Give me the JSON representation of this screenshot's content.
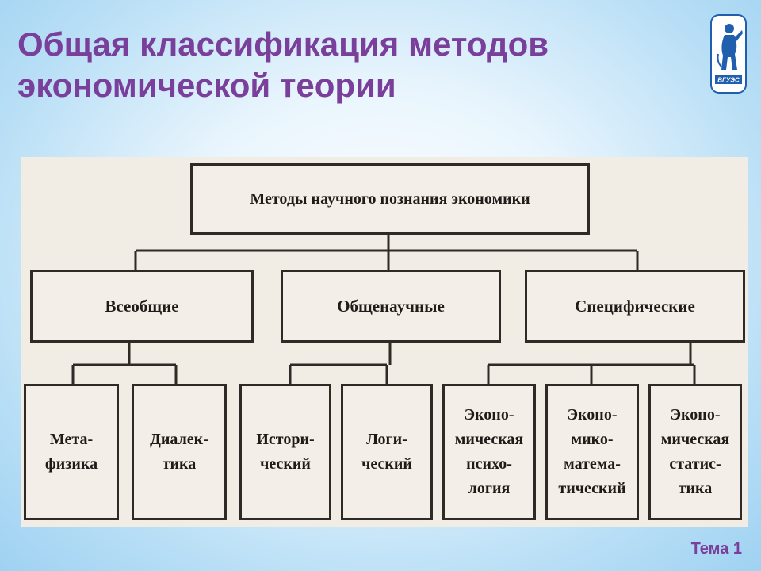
{
  "title": {
    "line1": "Общая классификация методов",
    "line2": "экономической теории"
  },
  "logo": {
    "text": "ВГУЭС"
  },
  "diagram": {
    "root": "Методы научного познания экономики",
    "groups": [
      {
        "label": "Всеобщие",
        "children": [
          [
            "Мета-",
            "физика"
          ],
          [
            "Диалек-",
            "тика"
          ]
        ]
      },
      {
        "label": "Общенаучные",
        "children": [
          [
            "Истори-",
            "ческий"
          ],
          [
            "Логи-",
            "ческий"
          ]
        ]
      },
      {
        "label": "Специфические",
        "children": [
          [
            "Эконо-",
            "мическая",
            "психо-",
            "логия"
          ],
          [
            "Эконо-",
            "мико-",
            "матема-",
            "тический"
          ],
          [
            "Эконо-",
            "мическая",
            "статис-",
            "тика"
          ]
        ]
      }
    ]
  },
  "footer": "Тема 1",
  "colors": {
    "title": "#7a3f9a",
    "background": "#b9dff6",
    "paper": "#f1ece4",
    "ink": "#2f2a26"
  }
}
